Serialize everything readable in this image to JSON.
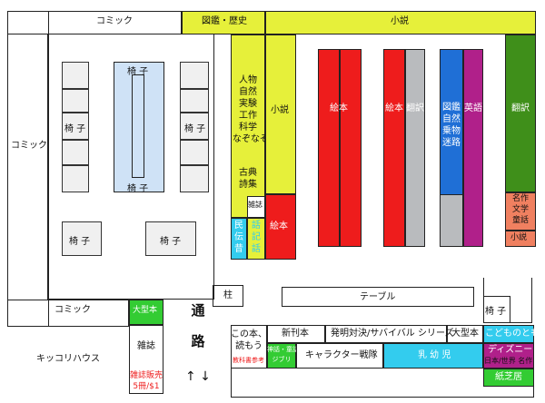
{
  "colors": {
    "yellow": "#e6f03a",
    "red": "#ee1c1c",
    "gray": "#b9bbbe",
    "blue": "#1f6fd6",
    "purple": "#b0208a",
    "green": "#3f8f1a",
    "cyan": "#33ccee",
    "bright_green": "#33cc33",
    "salmon": "#f08060",
    "chair_fill": "#efefef",
    "light_blue": "#cfe2f6"
  },
  "labels": {
    "comic_top": "コミック",
    "comic_left": "コミック",
    "comic_bottom": "コミック",
    "zukan_rekishi": "図鑑・歴史",
    "shosetsu_top": "小説",
    "zukan_list": "人物\n自然\n実験\n工作\n科学\nなぞなぞ",
    "koten": "古典\n詩集",
    "shosetsu_mid": "小説",
    "zasshi_small": "雑誌",
    "ehon_1": "絵本",
    "minwa": "民\n伝\n昔",
    "denki": "話\n記\n話",
    "ehon_2": "絵本",
    "ehon_3": "絵本",
    "honyaku_1": "翻訳",
    "zukan_right": "図鑑\n自然\n乗物\n迷路",
    "eigo": "英語",
    "honyaku_2": "翻訳",
    "meisaku": "名作\n文学\n童話",
    "shosetsu_small": "小説",
    "isu": "椅 子",
    "hashira": "柱",
    "table": "テーブル",
    "ogatabon_1": "大型本",
    "tsuuro": "通\n\n路",
    "arrows": "↑ ↓",
    "kikkori": "キッコリハウス",
    "zasshi": "雑誌",
    "zasshi_hanbai": "雑誌販売\n5冊/$1",
    "kono_hon": "この本、\n読もう",
    "kyouka": "教科書参考",
    "shinkan": "新刊本",
    "hatsumei": "発明対決/サバイバル シリーズ",
    "ogatabon_2": "大型本",
    "shinwa": "神話・童話\nジブリ",
    "character": "キャラクター戦隊",
    "nyuyoji": "乳 幼 児",
    "kodomo": "こどものとも",
    "disney": "ディズニー",
    "nihon_sekai": "日本/世界 名作",
    "kamishibai": "紙芝居"
  }
}
